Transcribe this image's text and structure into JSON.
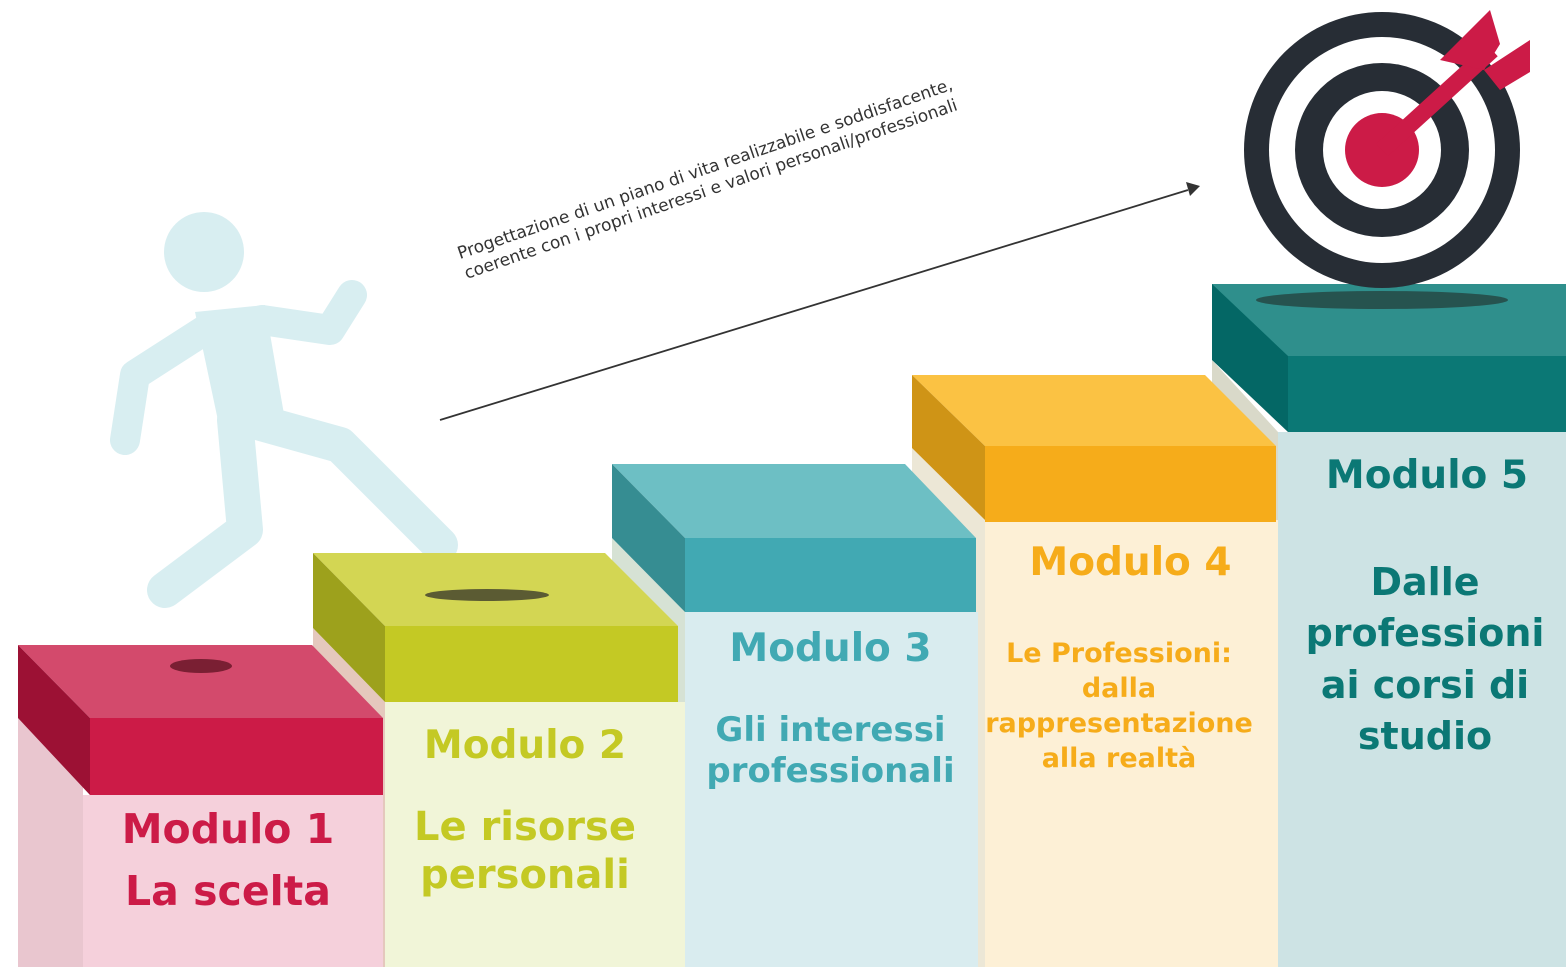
{
  "caption": {
    "line1": "Progettazione di un piano di vita realizzabile e soddisfacente,",
    "line2": "coerente con i propri interessi e valori personali/professionali"
  },
  "steps": [
    {
      "title": "Modulo 1",
      "subtitle": "La scelta",
      "color": "#cc1b47"
    },
    {
      "title": "Modulo 2",
      "subtitle": "Le risorse personali",
      "color": "#c4c924"
    },
    {
      "title": "Modulo 3",
      "subtitle": "Gli interessi professionali",
      "color": "#41a9b3"
    },
    {
      "title": "Modulo 4",
      "subtitle": "Le Professioni: dalla rappresentazione alla realtà",
      "color": "#f6ac1a"
    },
    {
      "title": "Modulo 5",
      "subtitle": "Dalle professioni ai corsi di studio",
      "color": "#0b7875"
    }
  ],
  "icons": {
    "runner": "running-person-icon",
    "target": "target-icon"
  }
}
